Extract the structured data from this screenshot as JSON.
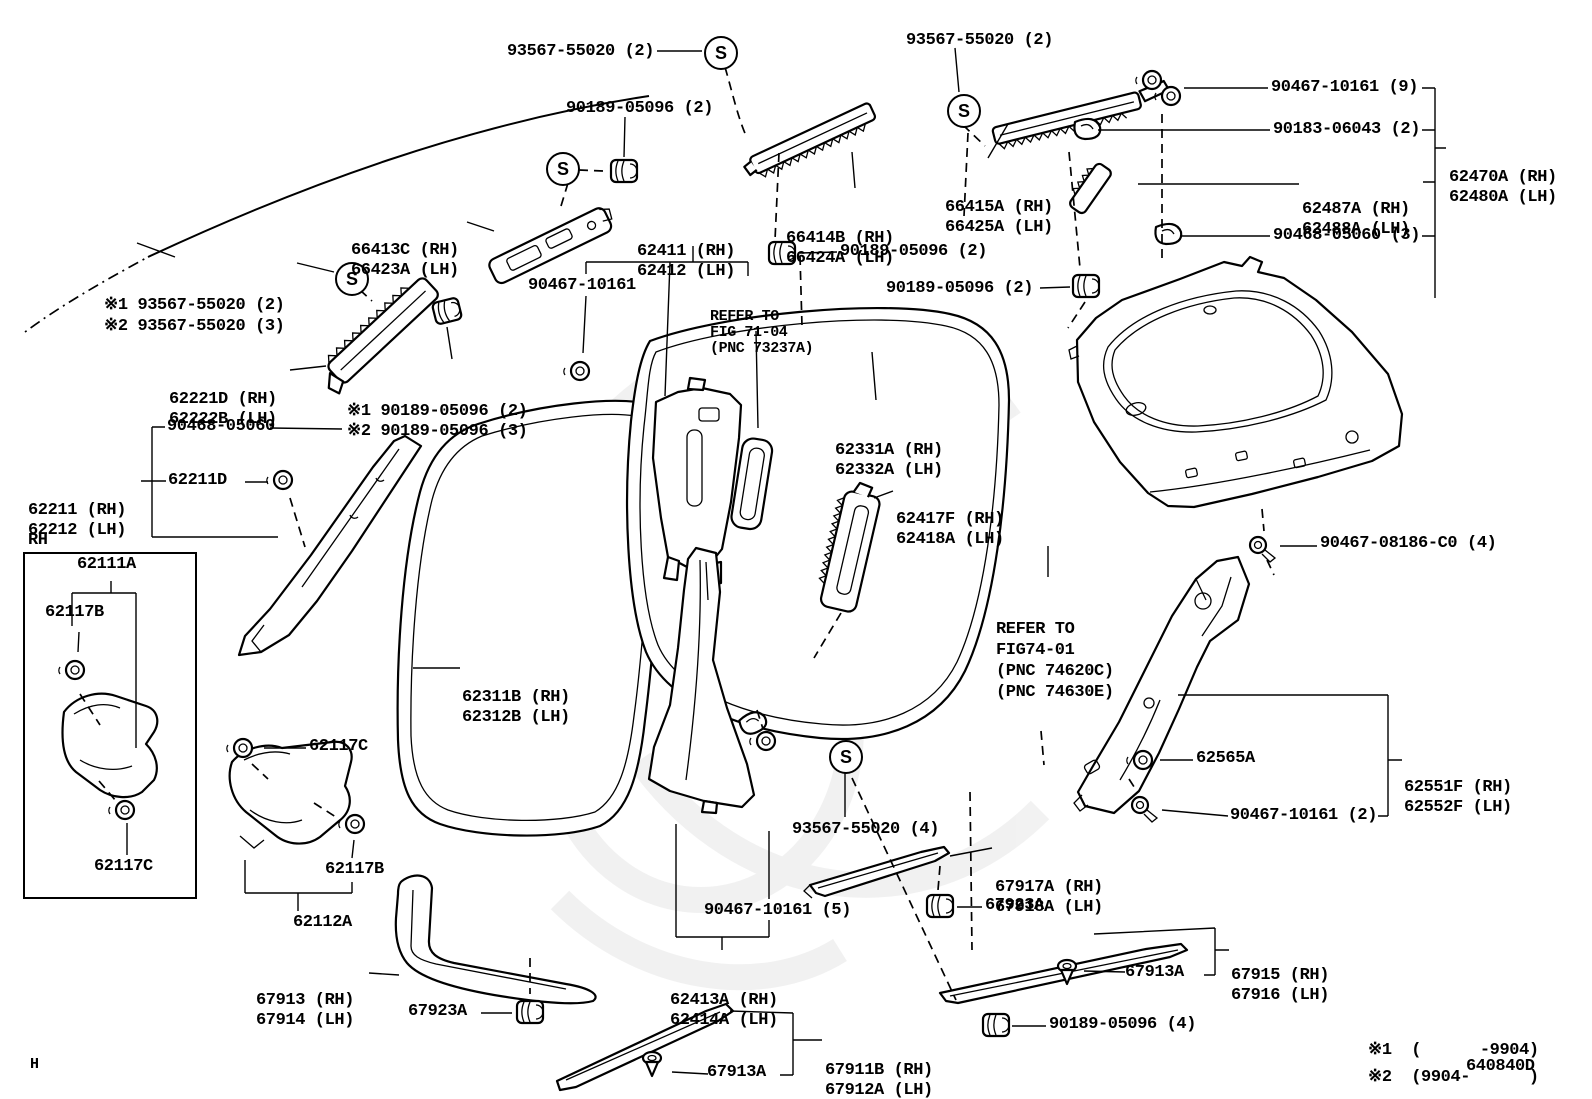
{
  "doc": {
    "code": "640840D",
    "page_marker": "H",
    "inset_corner": "RH"
  },
  "symbols": {
    "s": "S"
  },
  "notes": {
    "line1": "※1  (      -9904)",
    "line2": "※2  (9904-      )"
  },
  "refer1": {
    "l1": "REFER TO",
    "l2": "FIG 71-04",
    "l3": "(PNC 73237A)"
  },
  "refer2": {
    "l1": "REFER TO",
    "l2": "FIG74-01",
    "l3": "(PNC 74620C)",
    "l4": "(PNC 74630E)"
  },
  "labels": {
    "t1": "93567-55020 (2)",
    "t2": "90189-05096 (2)",
    "t3": "93567-55020 (2)",
    "t4": "90467-10161 (9)",
    "t5": "90183-06043 (2)",
    "t6": {
      "l1": "62470A (RH)",
      "l2": "62480A (LH)"
    },
    "t7": {
      "l1": "62487A (RH)",
      "l2": "62488A (LH)"
    },
    "t8": "90468-05060 (3)",
    "t9": {
      "l1": "※1 93567-55020 (2)",
      "l2": "※2 93567-55020 (3)"
    },
    "t10": {
      "l1": "66413C (RH)",
      "l2": "66423A (LH)"
    },
    "t11": {
      "l1": "62411 (RH)",
      "l2": "62412 (LH)"
    },
    "t12": {
      "l1": "66414B (RH)",
      "l2": "66424A (LH)"
    },
    "t13": {
      "l1": "66415A (RH)",
      "l2": "66425A (LH)"
    },
    "t14": "90189-05096 (2)",
    "t15": "90189-05096 (2)",
    "t16": "90467-10161",
    "t17": {
      "l1": "62221D (RH)",
      "l2": "62222B (LH)"
    },
    "t18": {
      "l1": "※1 90189-05096 (2)",
      "l2": "※2 90189-05096 (3)"
    },
    "t19": {
      "l1": "62331A (RH)",
      "l2": "62332A (LH)"
    },
    "t20": "90468-05060",
    "t21": {
      "l1": "62211 (RH)",
      "l2": "62212 (LH)"
    },
    "t22": "62211D",
    "t23": {
      "l1": "62417F (RH)",
      "l2": "62418A (LH)"
    },
    "t24": "62111A",
    "t25": "62117B",
    "t26": "62117C",
    "t27": "62117C",
    "t28": "62117B",
    "t29": "62112A",
    "t30": {
      "l1": "62311B (RH)",
      "l2": "62312B (LH)"
    },
    "t31": "62565A",
    "t32": {
      "l1": "62551F (RH)",
      "l2": "62552F (LH)"
    },
    "t33": "90467-08186-C0 (4)",
    "t34": "90467-10161 (2)",
    "t35": "93567-55020 (4)",
    "t36": {
      "l1": "67917A (RH)",
      "l2": "67918A (LH)"
    },
    "t37": "67923A",
    "t38": "90467-10161 (5)",
    "t39": {
      "l1": "67913 (RH)",
      "l2": "67914 (LH)"
    },
    "t40": {
      "l1": "62413A (RH)",
      "l2": "62414A (LH)"
    },
    "t41": "67923A",
    "t42": {
      "l1": "67915 (RH)",
      "l2": "67916 (LH)"
    },
    "t43": "67913A",
    "t44": {
      "l1": "67911B (RH)",
      "l2": "67912A (LH)"
    },
    "t45": "67913A",
    "t46": "90189-05096 (4)"
  }
}
